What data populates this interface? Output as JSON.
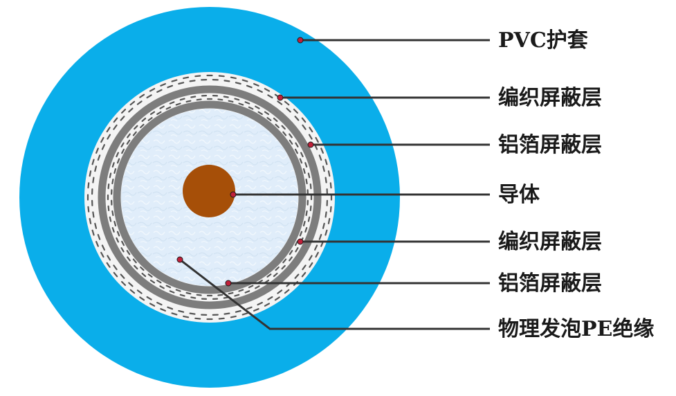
{
  "colors": {
    "jacket": "#0aaeea",
    "braid": "#f4f4f4",
    "braid_dash": "#555555",
    "foil": "#7d7d7d",
    "insulation": "#d6e8f8",
    "conductor": "#a64f08",
    "leader_line": "#333333",
    "marker_dot": "#c0203a"
  },
  "layers": [
    {
      "id": "jacket",
      "label": "PVC护套"
    },
    {
      "id": "braid_outer",
      "label": "编织屏蔽层"
    },
    {
      "id": "foil_outer",
      "label": "铝箔屏蔽层"
    },
    {
      "id": "conductor",
      "label": "导体"
    },
    {
      "id": "braid_inner",
      "label": "编织屏蔽层"
    },
    {
      "id": "foil_inner",
      "label": "铝箔屏蔽层"
    },
    {
      "id": "insulation",
      "label": "物理发泡PE绝缘"
    }
  ]
}
